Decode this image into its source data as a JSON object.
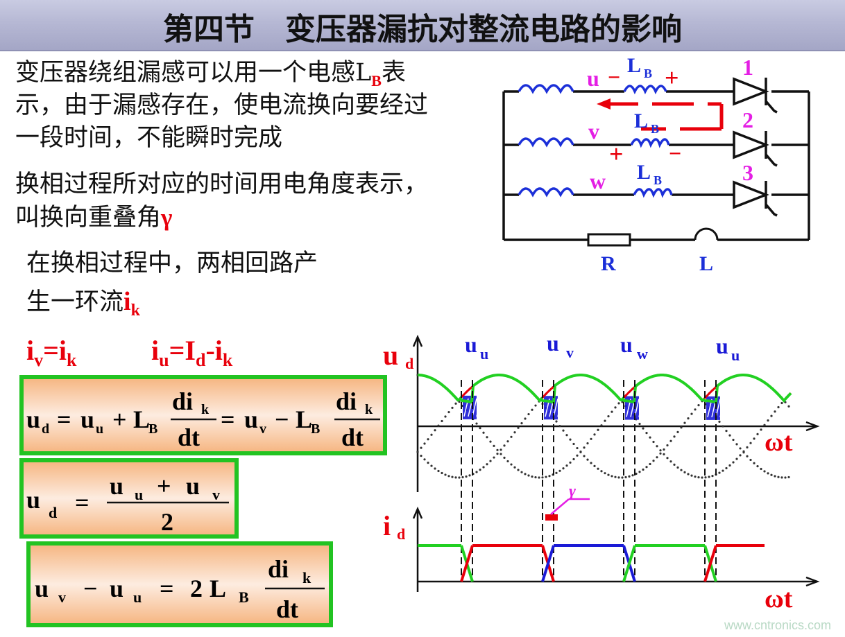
{
  "title": "第四节　变压器漏抗对整流电路的影响",
  "para1": [
    "变压器绕组漏感可以用一个电感L",
    "B",
    "表",
    "示，由于漏感存在，使电流换向要经过",
    "一段时间，不能瞬时完成"
  ],
  "para2": [
    "换相过程所对应的时间用电角度表示，",
    "叫换向重叠角",
    "γ"
  ],
  "para3": [
    "在换相过程中，两相回路产",
    "生一环流",
    "i",
    "k"
  ],
  "relations": {
    "iv": {
      "a": "i",
      "a_sub": "v",
      "eq": "=",
      "b": "i",
      "b_sub": "k"
    },
    "iu": {
      "a": "i",
      "a_sub": "u",
      "eq": "=",
      "b": "I",
      "b_sub": "d",
      "minus": "-",
      "c": "i",
      "c_sub": "k"
    }
  },
  "equations": {
    "eq1": {
      "ud": "u",
      "ud_sub": "d",
      "eq": "=",
      "uu": "u",
      "uu_sub": "u",
      "plus": "+",
      "LB": "L",
      "LB_sub": "B",
      "num": "di",
      "num_sub": "k",
      "den": "dt",
      "uv": "u",
      "uv_sub": "v",
      "minus": "−",
      "LB2": "L",
      "LB2_sub": "B",
      "num2": "di",
      "num2_sub": "k",
      "den2": "dt"
    },
    "eq2": {
      "ud": "u",
      "ud_sub": "d",
      "eq": "=",
      "n1": "u",
      "n1_sub": "u",
      "plus": "+",
      "n2": "u",
      "n2_sub": "v",
      "den": "2"
    },
    "eq3": {
      "uv": "u",
      "uv_sub": "v",
      "minus": "−",
      "uu": "u",
      "uu_sub": "u",
      "eq": "=",
      "coef": "2",
      "L": "L",
      "L_sub": "B",
      "num": "di",
      "num_sub": "k",
      "den": "dt"
    }
  },
  "circuit": {
    "phase_u": "u",
    "phase_v": "v",
    "phase_w": "w",
    "LB": "L",
    "LB_sub": "B",
    "thyristors": [
      "1",
      "2",
      "3"
    ],
    "R": "R",
    "L": "L",
    "plus": "+",
    "minus": "−"
  },
  "waveform_labels": {
    "ud": "u",
    "ud_sub": "d",
    "id": "i",
    "id_sub": "d",
    "omega_t": "ωt",
    "gamma": "γ",
    "peaks": [
      [
        "u",
        "u"
      ],
      [
        "u",
        "v"
      ],
      [
        "u",
        "w"
      ],
      [
        "u",
        "u"
      ]
    ]
  },
  "colors": {
    "red": "#e8000b",
    "green": "#22d022",
    "blue": "#1a1ad6",
    "magenta": "#e41ee4",
    "circuit_blue": "#1b2fd8"
  },
  "watermark": "www.cntronics.com"
}
